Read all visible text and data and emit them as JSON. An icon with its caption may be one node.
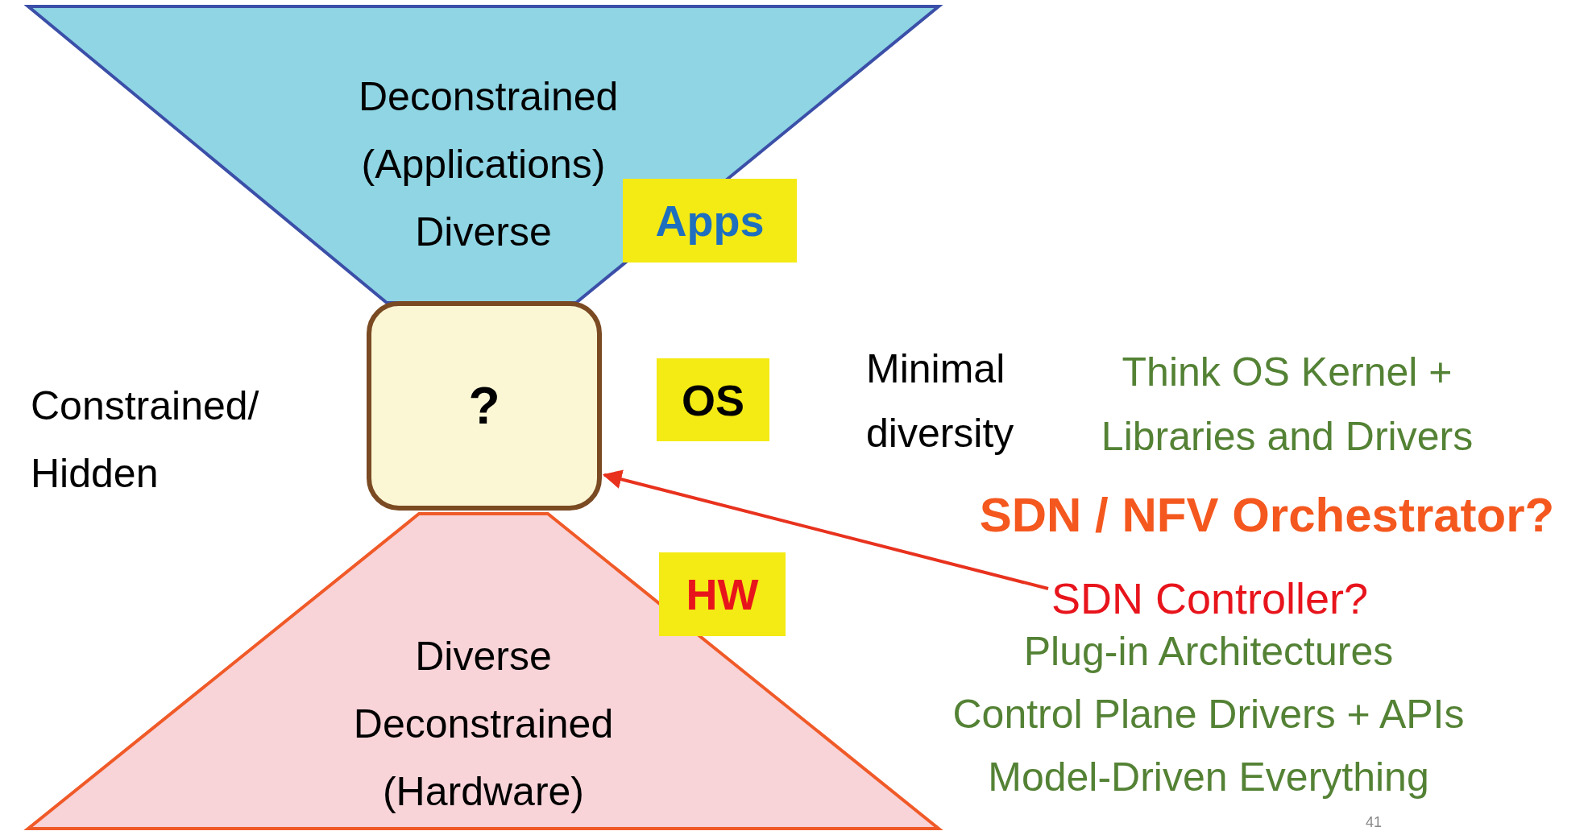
{
  "diagram": {
    "nodes": [
      {
        "text": [
          "Deconstrained (Applications) Diverse"
        ]
      },
      {
        "text": [
          "Apps"
        ]
      },
      {
        "text": [
          "?"
        ]
      },
      {
        "text": [
          "OS"
        ]
      },
      {
        "text": [
          "Diverse Deconstrained (Hardware)"
        ]
      },
      {
        "text": [
          "HW"
        ]
      },
      {
        "text": [
          "SDN Controller?"
        ]
      }
    ],
    "edges": [
      {
        "from": 6,
        "to": 2,
        "arrow": "to"
      }
    ],
    "labels": [
      "Constrained/ Hidden",
      "Minimal diversity",
      "Think OS Kernel + Libraries and Drivers",
      "SDN / NFV Orchestrator?",
      "Plug-in Architectures",
      "Control Plane Drivers + APIs",
      "Model-Driven Everything",
      "41"
    ]
  }
}
